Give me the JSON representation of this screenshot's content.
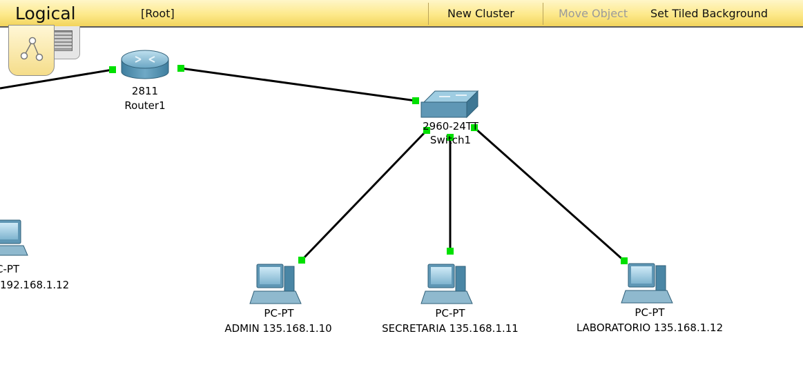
{
  "toolbar": {
    "title": "Logical",
    "root": "[Root]",
    "new_cluster": "New Cluster",
    "move_object": "Move Object",
    "set_tiled_background": "Set Tiled Background"
  },
  "devices": {
    "router1": {
      "model": "2811",
      "name": "Router1"
    },
    "switch1": {
      "model": "2960-24TT",
      "name": "Switch1"
    },
    "pc_left": {
      "model": "C-PT",
      "name": "192.168.1.12"
    },
    "pc_admin": {
      "model": "PC-PT",
      "name": "ADMIN 135.168.1.10"
    },
    "pc_secretaria": {
      "model": "PC-PT",
      "name": "SECRETARIA 135.168.1.11"
    },
    "pc_laboratorio": {
      "model": "PC-PT",
      "name": "LABORATORIO 135.168.1.12"
    }
  },
  "colors": {
    "toolbar_bg": "#fde98b",
    "link": "#000000",
    "link_port_up": "#00e000",
    "device_body": "#5f97b5"
  },
  "icons": [
    "logical-view-icon",
    "router-icon",
    "switch-icon",
    "pc-icon"
  ]
}
